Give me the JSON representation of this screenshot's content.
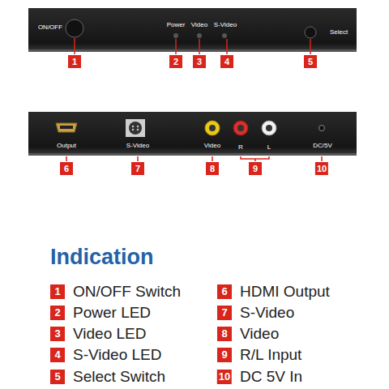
{
  "diagram": {
    "title": "Indication",
    "nodes": [
      {
        "text": [
          "ON/OFF",
          "Power",
          "Video",
          "S-Video",
          "Select"
        ]
      },
      {
        "text": [
          "Output",
          "S-Video",
          "Video",
          "R",
          "L",
          "DC/5V"
        ]
      }
    ],
    "labels": [
      "1",
      "2",
      "3",
      "4",
      "5",
      "6",
      "7",
      "8",
      "9",
      "10",
      "1",
      "ON/OFF Switch",
      "6",
      "HDMI Output",
      "2",
      "Power LED",
      "7",
      "S-Video",
      "3",
      "Video LED",
      "8",
      "Video",
      "4",
      "S-Video LED",
      "9",
      "R/L Input",
      "5",
      "Select Switch",
      "10",
      "DC 5V In"
    ]
  }
}
